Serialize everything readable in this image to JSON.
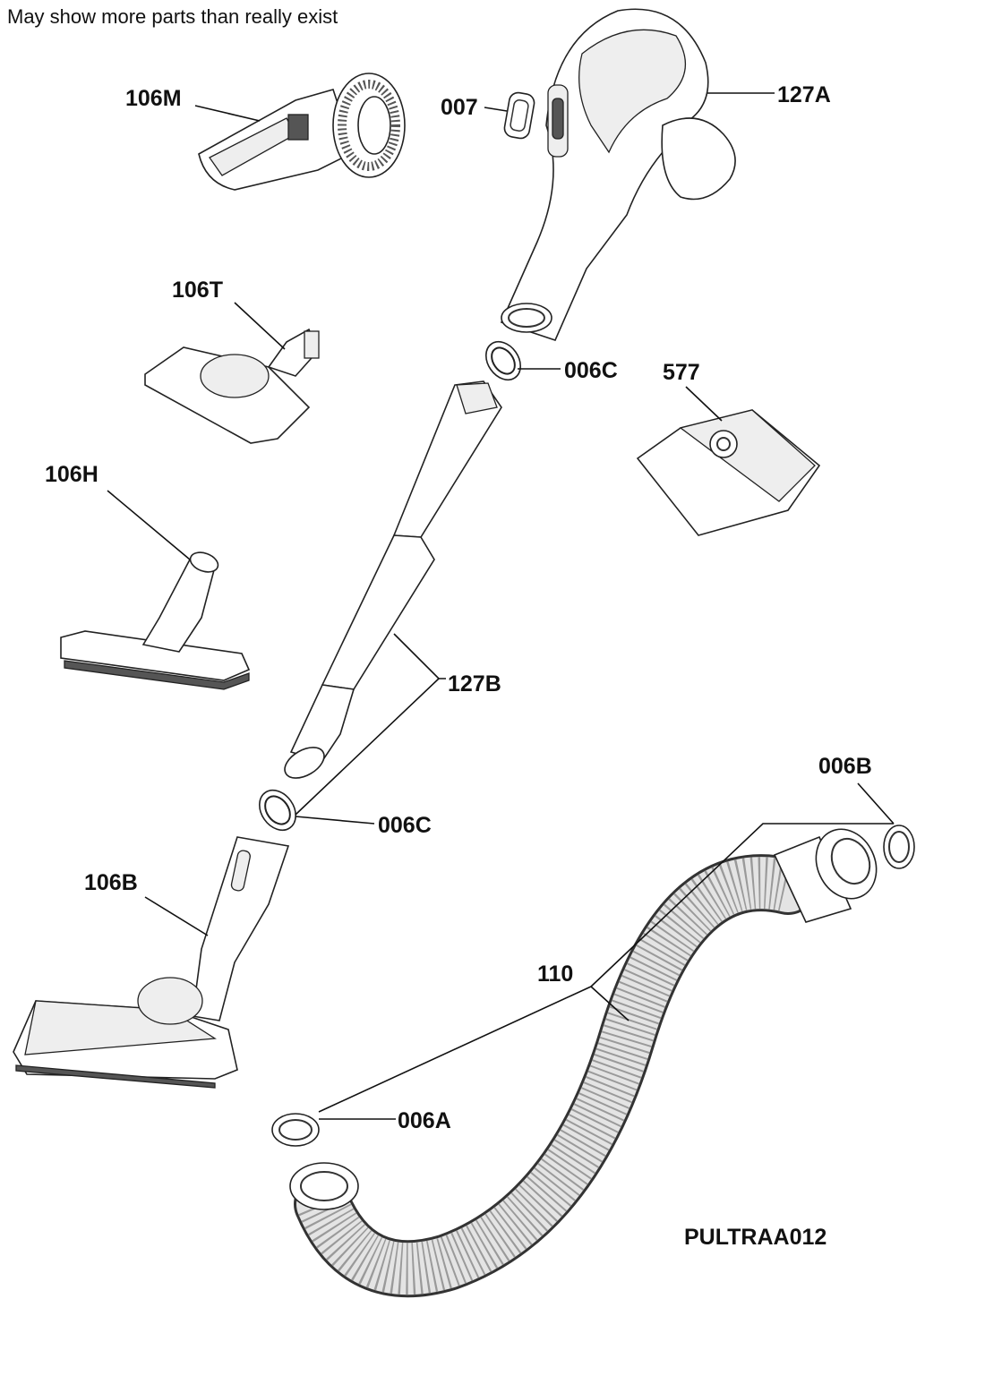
{
  "note": "May show more parts than really exist",
  "diagram_code": "PULTRAA012",
  "parts": [
    {
      "id": "106M",
      "label": "106M"
    },
    {
      "id": "007",
      "label": "007"
    },
    {
      "id": "127A",
      "label": "127A"
    },
    {
      "id": "106T",
      "label": "106T"
    },
    {
      "id": "006C_top",
      "label": "006C"
    },
    {
      "id": "577",
      "label": "577"
    },
    {
      "id": "106H",
      "label": "106H"
    },
    {
      "id": "127B",
      "label": "127B"
    },
    {
      "id": "006B",
      "label": "006B"
    },
    {
      "id": "006C_bottom",
      "label": "006C"
    },
    {
      "id": "106B",
      "label": "106B"
    },
    {
      "id": "110",
      "label": "110"
    },
    {
      "id": "006A",
      "label": "006A"
    }
  ]
}
